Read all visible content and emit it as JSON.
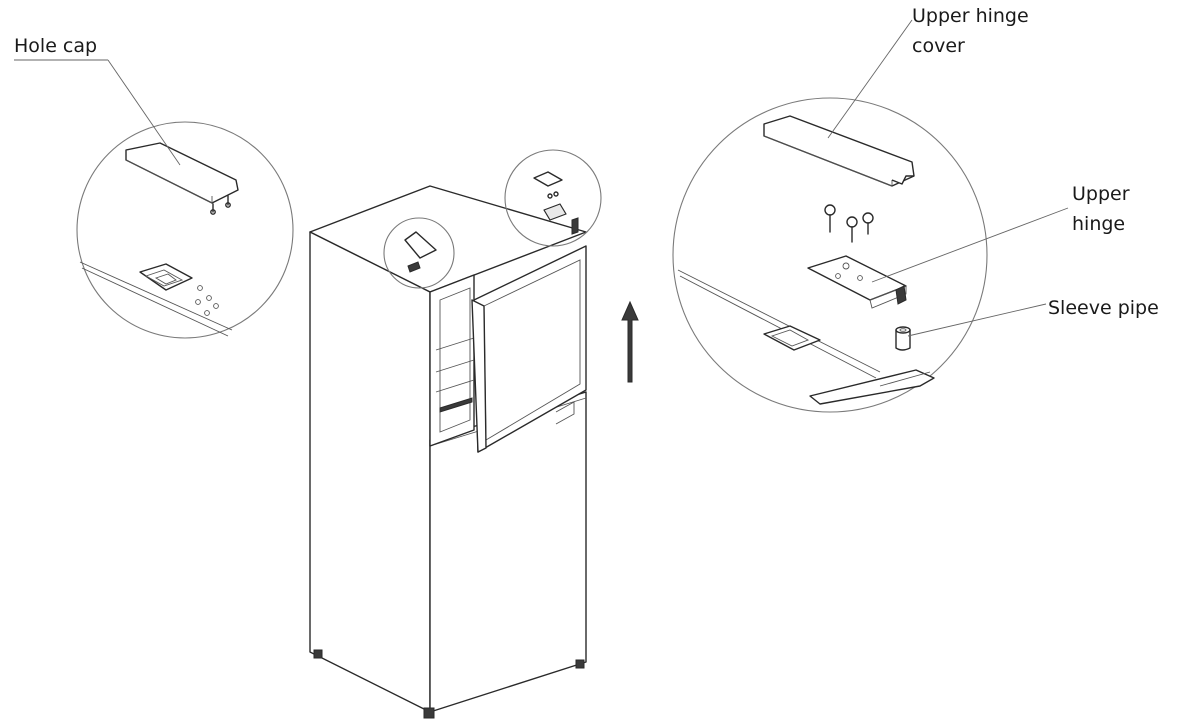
{
  "labels": {
    "hole_cap": "Hole cap",
    "upper_hinge_cover_line1": "Upper hinge",
    "upper_hinge_cover_line2": "cover",
    "upper_hinge_line1": "Upper",
    "upper_hinge_line2": "hinge",
    "sleeve_pipe": "Sleeve pipe"
  },
  "icons": {
    "arrow": "arrow-up-icon"
  },
  "colors": {
    "line": "#2a2a2a",
    "background": "#ffffff"
  }
}
